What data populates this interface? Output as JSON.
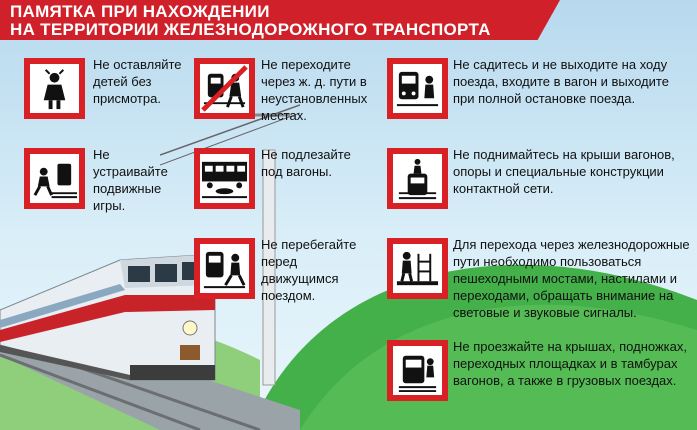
{
  "header": {
    "line1": "ПАМЯТКА ПРИ НАХОЖДЕНИИ",
    "line2": "НА ТЕРРИТОРИИ ЖЕЛЕЗНОДОРОЖНОГО ТРАНСПОРТА"
  },
  "colors": {
    "banner": "#d0202a",
    "sign_border": "#d82025",
    "hill": "#3fae49"
  },
  "rules": [
    {
      "icon": "child-unattended-icon",
      "text": "Не оставляйте детей без присмотра."
    },
    {
      "icon": "no-track-crossing-icon",
      "text": "Не переходите через ж. д. пути в неустановленных местах."
    },
    {
      "icon": "boarding-stopped-train-icon",
      "text": "Не садитесь и не выходите на ходу поезда, входите в вагон и выходите при полной остановке поезда."
    },
    {
      "icon": "no-games-on-tracks-icon",
      "text": "Не устраивайте подвижные игры."
    },
    {
      "icon": "no-crawl-under-wagon-icon",
      "text": "Не подлезайте под вагоны."
    },
    {
      "icon": "no-climbing-roof-icon",
      "text": "Не поднимайтесь на крыши вагонов, опоры и специальные конструкции контактной сети."
    },
    {
      "icon": "no-running-before-train-icon",
      "text": "Не перебегайте перед движущимся поездом."
    },
    {
      "icon": "pedestrian-bridge-icon",
      "text": "Для перехода через железнодорожные пути необходимо пользоваться пешеходными мостами, настилами и переходами, обращать внимание на световые и звуковые сигналы."
    },
    {
      "icon": "no-riding-outside-icon",
      "text": "Не проезжайте на крышах, подножках, переходных площадках и в тамбурах вагонов, а также в грузовых поездах."
    }
  ]
}
